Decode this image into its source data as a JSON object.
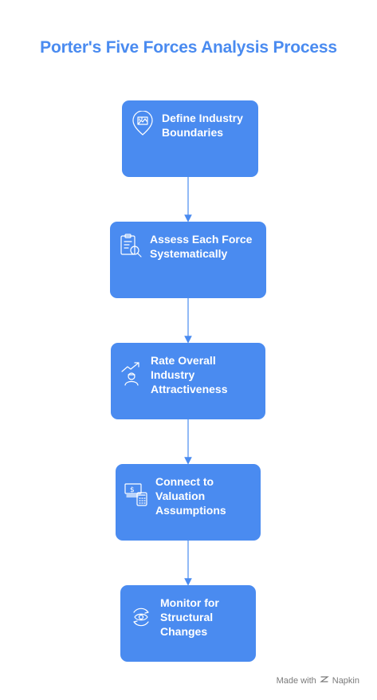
{
  "title": "Porter's Five Forces Analysis Process",
  "steps": [
    {
      "label": "Define Industry\nBoundaries",
      "icon": "map-location-icon"
    },
    {
      "label": "Assess Each Force\nSystematically",
      "icon": "clipboard-search-icon"
    },
    {
      "label": "Rate Overall\nIndustry\nAttractiveness",
      "icon": "person-growth-icon"
    },
    {
      "label": "Connect to\nValuation\nAssumptions",
      "icon": "money-calculator-icon"
    },
    {
      "label": "Monitor for\nStructural\nChanges",
      "icon": "eye-cycle-icon"
    }
  ],
  "footer": {
    "made_with": "Made with",
    "brand": "Napkin"
  },
  "colors": {
    "accent": "#4a8bf0",
    "text_on_accent": "#ffffff",
    "footer": "#7a7a7a"
  }
}
